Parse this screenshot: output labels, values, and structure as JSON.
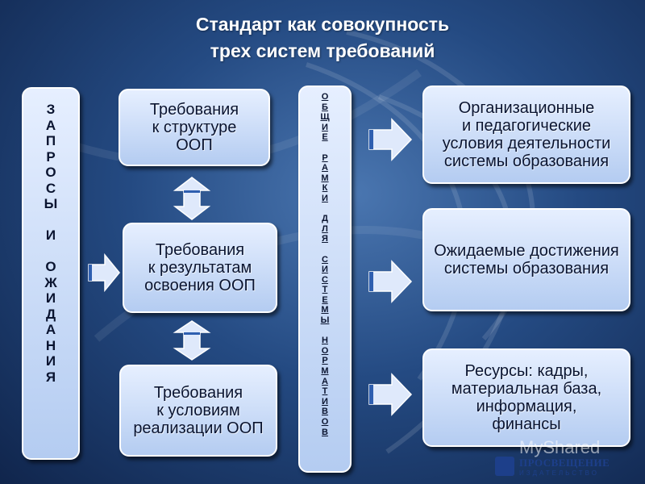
{
  "title": {
    "line1": "Стандарт как совокупность",
    "line2": "трех систем требований"
  },
  "left_box": {
    "letters": [
      "З",
      "А",
      "П",
      "Р",
      "О",
      "С",
      "Ы",
      "",
      "И",
      "",
      "О",
      "Ж",
      "И",
      "Д",
      "А",
      "Н",
      "И",
      "Я"
    ]
  },
  "middle_boxes": [
    {
      "lines": [
        "Требования",
        "к структуре",
        "ООП"
      ]
    },
    {
      "lines": [
        "Требования",
        "к результатам",
        "освоения ООП"
      ]
    },
    {
      "lines": [
        "Требования",
        "к условиям",
        "реализации ООП"
      ]
    }
  ],
  "framework_box": {
    "letters": [
      "О",
      "Б",
      "Щ",
      "И",
      "Е",
      "",
      "Р",
      "А",
      "М",
      "К",
      "И",
      "",
      "Д",
      "Л",
      "Я",
      "",
      "С",
      "И",
      "С",
      "Т",
      "Е",
      "М",
      "Ы",
      "",
      "Н",
      "О",
      "Р",
      "М",
      "А",
      "Т",
      "И",
      "В",
      "О",
      "В"
    ]
  },
  "right_boxes": [
    {
      "lines": [
        "Организационные",
        "и педагогические",
        "условия деятельности",
        "системы образования"
      ]
    },
    {
      "lines": [
        "Ожидаемые достижения",
        "системы образования"
      ]
    },
    {
      "lines": [
        "Ресурсы: кадры,",
        "материальная база,",
        "информация,",
        "финансы"
      ]
    }
  ],
  "watermark": {
    "site": "MyShared",
    "publisher": "ПРОСВЕЩЕНИЕ",
    "publisher_sub": "ИЗДАТЕЛЬСТВО"
  },
  "colors": {
    "box_top": "#e6efff",
    "box_bottom": "#b4ccf1",
    "background_center": "#4a76b0",
    "background_edge": "#10254c"
  }
}
